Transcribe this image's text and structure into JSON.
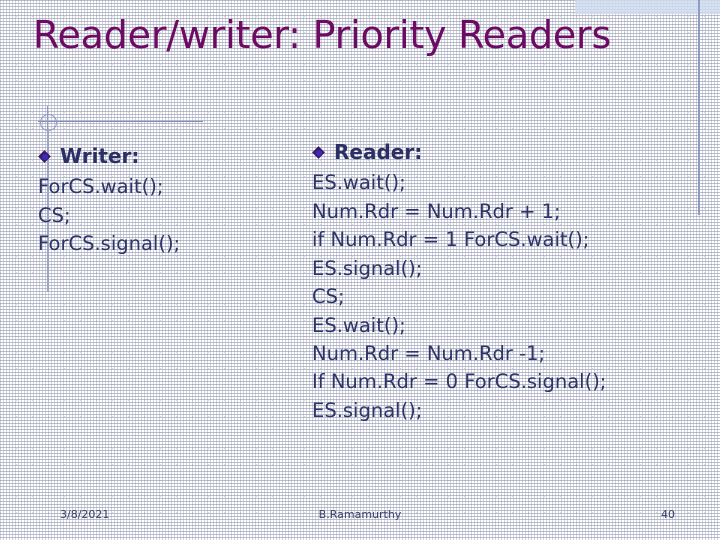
{
  "slide": {
    "title": "Reader/writer: Priority Readers",
    "theme": {
      "title_color": "#6d0a63",
      "body_color": "#2b2f63",
      "accent_line_color": "#8e9bc4",
      "band_color": "#cfdcee",
      "bullet_diamond_color": "#3a1a62",
      "bullet_dot_color": "#3b2bbd"
    },
    "columns": [
      {
        "heading": "Writer:",
        "bullet_icon": "diamond-bullet-icon",
        "lines": [
          "ForCS.wait();",
          "CS;",
          "ForCS.signal();"
        ]
      },
      {
        "heading": "Reader:",
        "bullet_icon": "diamond-bullet-icon",
        "lines": [
          "ES.wait();",
          "Num.Rdr = Num.Rdr + 1;",
          "if Num.Rdr = 1 ForCS.wait();",
          "ES.signal();",
          "CS;",
          "ES.wait();",
          "Num.Rdr = Num.Rdr -1;",
          "If Num.Rdr = 0 ForCS.signal();",
          "ES.signal();"
        ]
      }
    ],
    "footer": {
      "date": "3/8/2021",
      "author": "B.Ramamurthy",
      "page_number": "40"
    }
  }
}
